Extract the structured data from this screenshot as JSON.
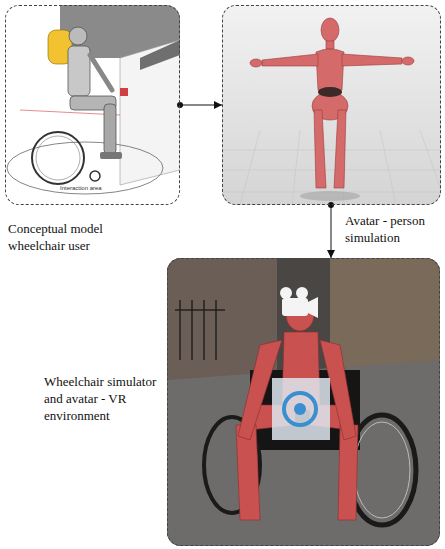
{
  "diagram": {
    "nodes": [
      {
        "text": [
          "Conceptual model wheelchair user"
        ]
      },
      {
        "text": [
          "Avatar - person simulation"
        ]
      },
      {
        "text": [
          "Wheelchair simulator and avatar - VR environment"
        ]
      }
    ],
    "edges": [
      {
        "from": 0,
        "to": 1,
        "arrow": "to"
      },
      {
        "from": 1,
        "to": 2,
        "arrow": "to"
      }
    ],
    "labels": [
      "Interaction area"
    ]
  }
}
